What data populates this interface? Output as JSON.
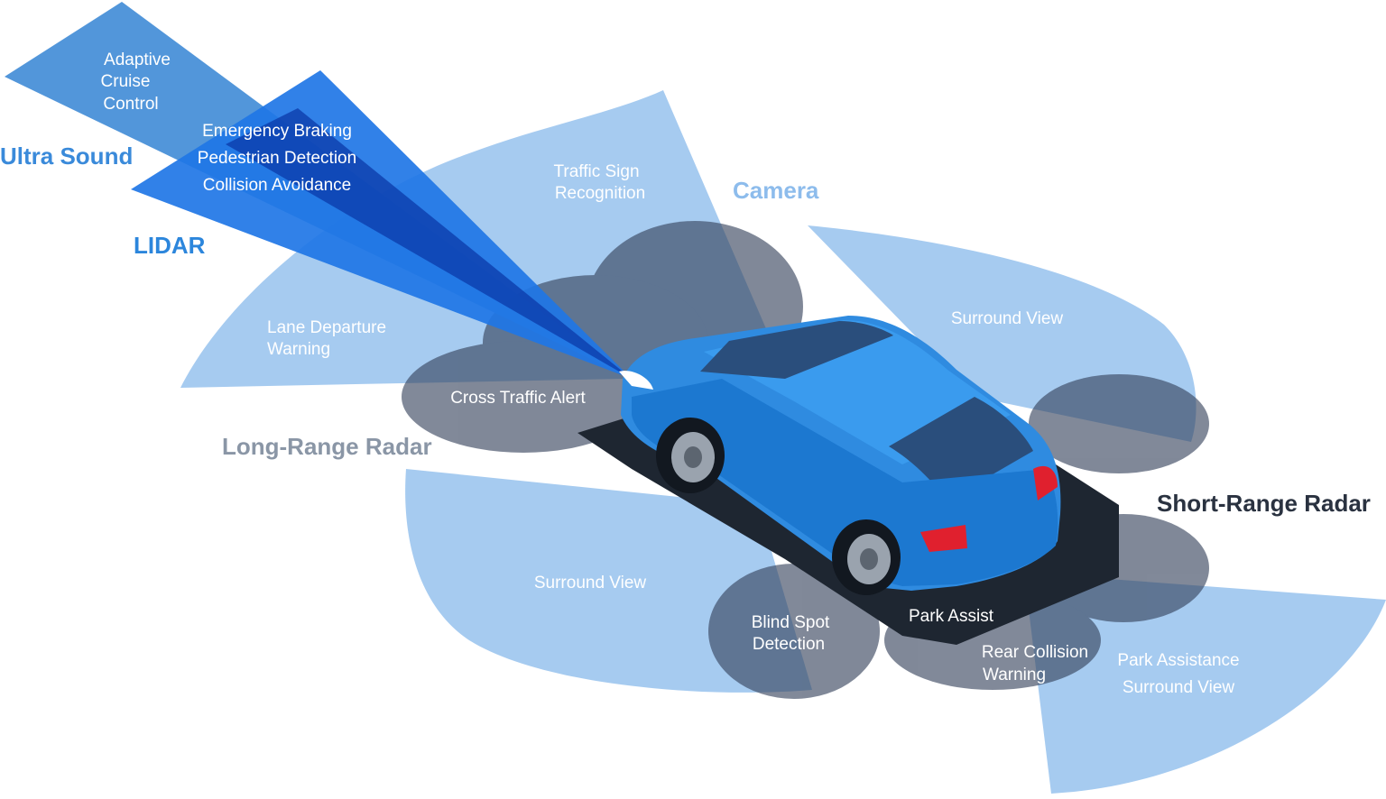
{
  "colors": {
    "ultrasound": "#3F8BD6",
    "lidar_beam": "#1F76E6",
    "lidar_core": "#0B3AA8",
    "camera_zone": "#8DBCEC",
    "radar_lobe": "#34415A",
    "car_body": "#2F8BE0",
    "car_dark": "#1E2631",
    "title_ultrasound": "#3A8ADA",
    "title_lidar": "#2C86DC",
    "title_camera": "#8DBCEC",
    "title_long_range": "#8A96A6",
    "title_short_range": "#2A3240"
  },
  "sensors": {
    "ultra_sound": "Ultra Sound",
    "lidar": "LIDAR",
    "camera": "Camera",
    "long_range_radar": "Long-Range Radar",
    "short_range_radar": "Short-Range Radar"
  },
  "zones": {
    "adaptive_cruise": [
      "Adaptive",
      "Cruise",
      "Control"
    ],
    "emergency": [
      "Emergency Braking",
      "Pedestrian Detection",
      "Collision Avoidance"
    ],
    "traffic_sign": [
      "Traffic Sign",
      "Recognition"
    ],
    "lane_departure": [
      "Lane Departure",
      "Warning"
    ],
    "cross_traffic": "Cross Traffic Alert",
    "surround_view_top": "Surround View",
    "surround_view_bottom": "Surround View",
    "blind_spot": [
      "Blind Spot",
      "Detection"
    ],
    "park_assist": "Park Assist",
    "rear_collision": [
      "Rear Collision",
      "Warning"
    ],
    "park_assistance": [
      "Park Assistance",
      "Surround View"
    ]
  }
}
